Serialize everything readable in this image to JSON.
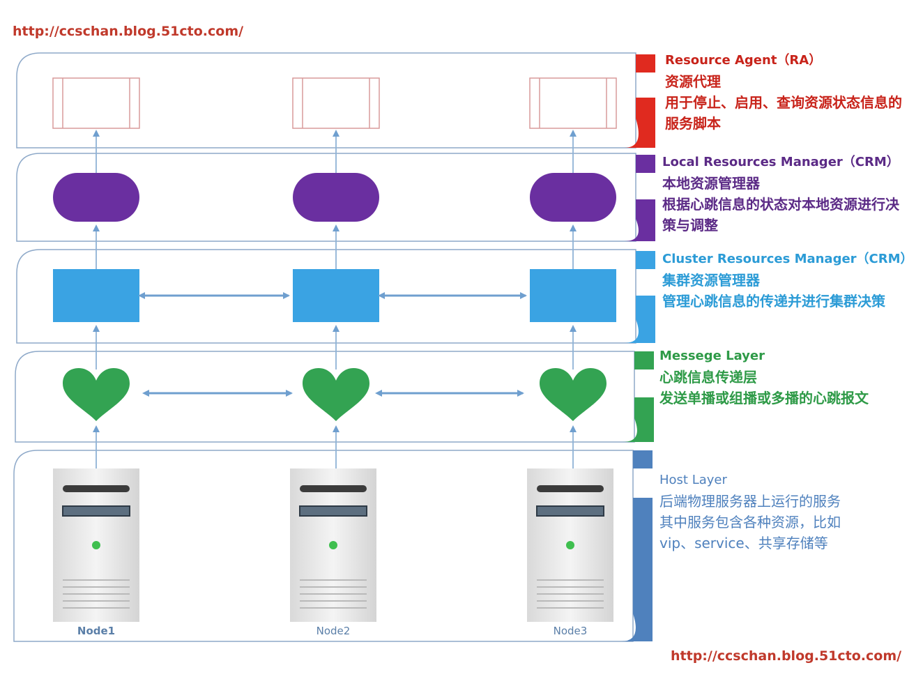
{
  "watermark_top": "http://ccschan.blog.51cto.com/",
  "watermark_bottom": "http://ccschan.blog.51cto.com/",
  "colors": {
    "ra": "#e02a1f",
    "lrm": "#6a2fa0",
    "crm": "#3aa3e3",
    "message": "#33a352",
    "host": "#4f81bd",
    "arrow": "#6f9fcf"
  },
  "layers": {
    "ra": {
      "title": "Resource Agent（RA）",
      "subtitle": "资源代理",
      "desc": "用于停止、启用、查询资源状态信息的服务脚本"
    },
    "lrm": {
      "title": "Local Resources Manager（CRM）",
      "subtitle": "本地资源管理器",
      "desc": "根据心跳信息的状态对本地资源进行决策与调整"
    },
    "crm": {
      "title": "Cluster Resources Manager（CRM）",
      "subtitle": "集群资源管理器",
      "desc": "管理心跳信息的传递并进行集群决策"
    },
    "message": {
      "title": "Messege Layer",
      "subtitle": "心跳信息传递层",
      "desc": "发送单播或组播或多播的心跳报文"
    },
    "host": {
      "title": "Host Layer",
      "subtitle": "后端物理服务器上运行的服务",
      "desc": "其中服务包含各种资源，比如vip、service、共享存储等"
    }
  },
  "nodes": [
    "Node1",
    "Node2",
    "Node3"
  ],
  "icons": {
    "ra_box": "document-box-icon",
    "lrm_pill": "rounded-pill-icon",
    "crm_box": "square-icon",
    "message": "heart-icon",
    "host": "server-icon"
  }
}
